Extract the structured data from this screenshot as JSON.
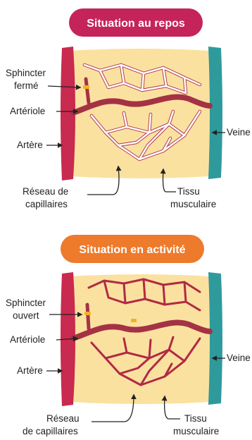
{
  "colors": {
    "title_rest": "#c4245a",
    "title_active": "#ee7a2b",
    "tissue": "#fbe1a0",
    "artery": "#c92a4f",
    "vein": "#2f9a9c",
    "arteriole": "#a43244",
    "capillary_rest": "#ffffff",
    "capillary_active": "#b02a43",
    "sphincter": "#f5b024"
  },
  "panels": {
    "rest": {
      "title": "Situation au repos",
      "labels": {
        "sphincter_l1": "Sphincter",
        "sphincter_l2": "fermé",
        "arteriole": "Artériole",
        "artery": "Artère",
        "vein": "Veine",
        "capillaries_l1": "Réseau de",
        "capillaries_l2": "capillaires",
        "tissue_l1": "Tissu",
        "tissue_l2": "musculaire"
      }
    },
    "active": {
      "title": "Situation en activité",
      "labels": {
        "sphincter_l1": "Sphincter",
        "sphincter_l2": "ouvert",
        "arteriole": "Artériole",
        "artery": "Artère",
        "vein": "Veine",
        "capillaries_l1": "Réseau",
        "capillaries_l2": "de capillaires",
        "tissue_l1": "Tissu",
        "tissue_l2": "musculaire"
      }
    }
  }
}
